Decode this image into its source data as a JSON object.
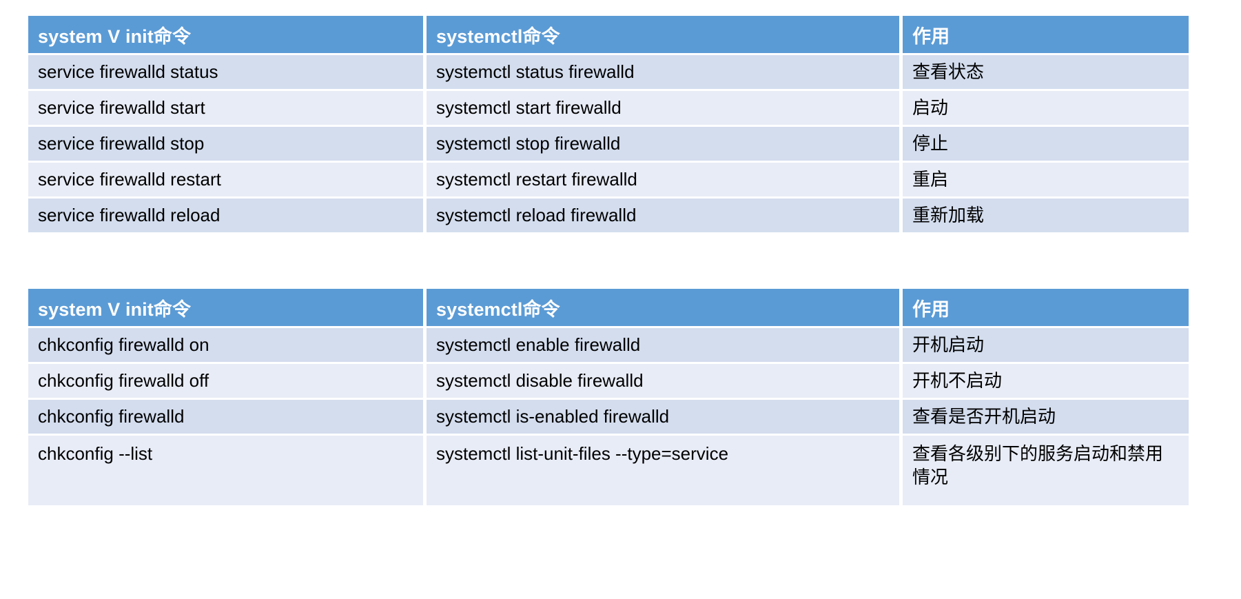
{
  "colors": {
    "header_blue": "#5b9bd5",
    "row_odd": "#d3ddee",
    "row_even": "#e8ecf6",
    "header_text": "#ffffff",
    "body_text": "#000000",
    "page_background": "#ffffff"
  },
  "tables": [
    {
      "id": "service-control-table",
      "headers": [
        "system V init命令",
        "systemctl命令",
        "作用"
      ],
      "rows": [
        [
          "service firewalld status",
          "systemctl status firewalld",
          "查看状态"
        ],
        [
          "service firewalld start",
          "systemctl start firewalld",
          "启动"
        ],
        [
          "service firewalld stop",
          "systemctl stop firewalld",
          "停止"
        ],
        [
          "service firewalld restart",
          "systemctl restart firewalld",
          "重启"
        ],
        [
          "service firewalld reload",
          "systemctl reload firewalld",
          "重新加载"
        ]
      ]
    },
    {
      "id": "service-boot-table",
      "headers": [
        "system V init命令",
        "systemctl命令",
        "作用"
      ],
      "rows": [
        [
          "chkconfig firewalld on",
          "systemctl enable firewalld",
          "开机启动"
        ],
        [
          "chkconfig firewalld off",
          "systemctl disable firewalld",
          "开机不启动"
        ],
        [
          "chkconfig firewalld",
          "systemctl is-enabled firewalld",
          "查看是否开机启动"
        ],
        [
          "chkconfig  --list",
          "systemctl list-unit-files --type=service",
          "查看各级别下的服务启动和禁用情况"
        ]
      ]
    }
  ]
}
